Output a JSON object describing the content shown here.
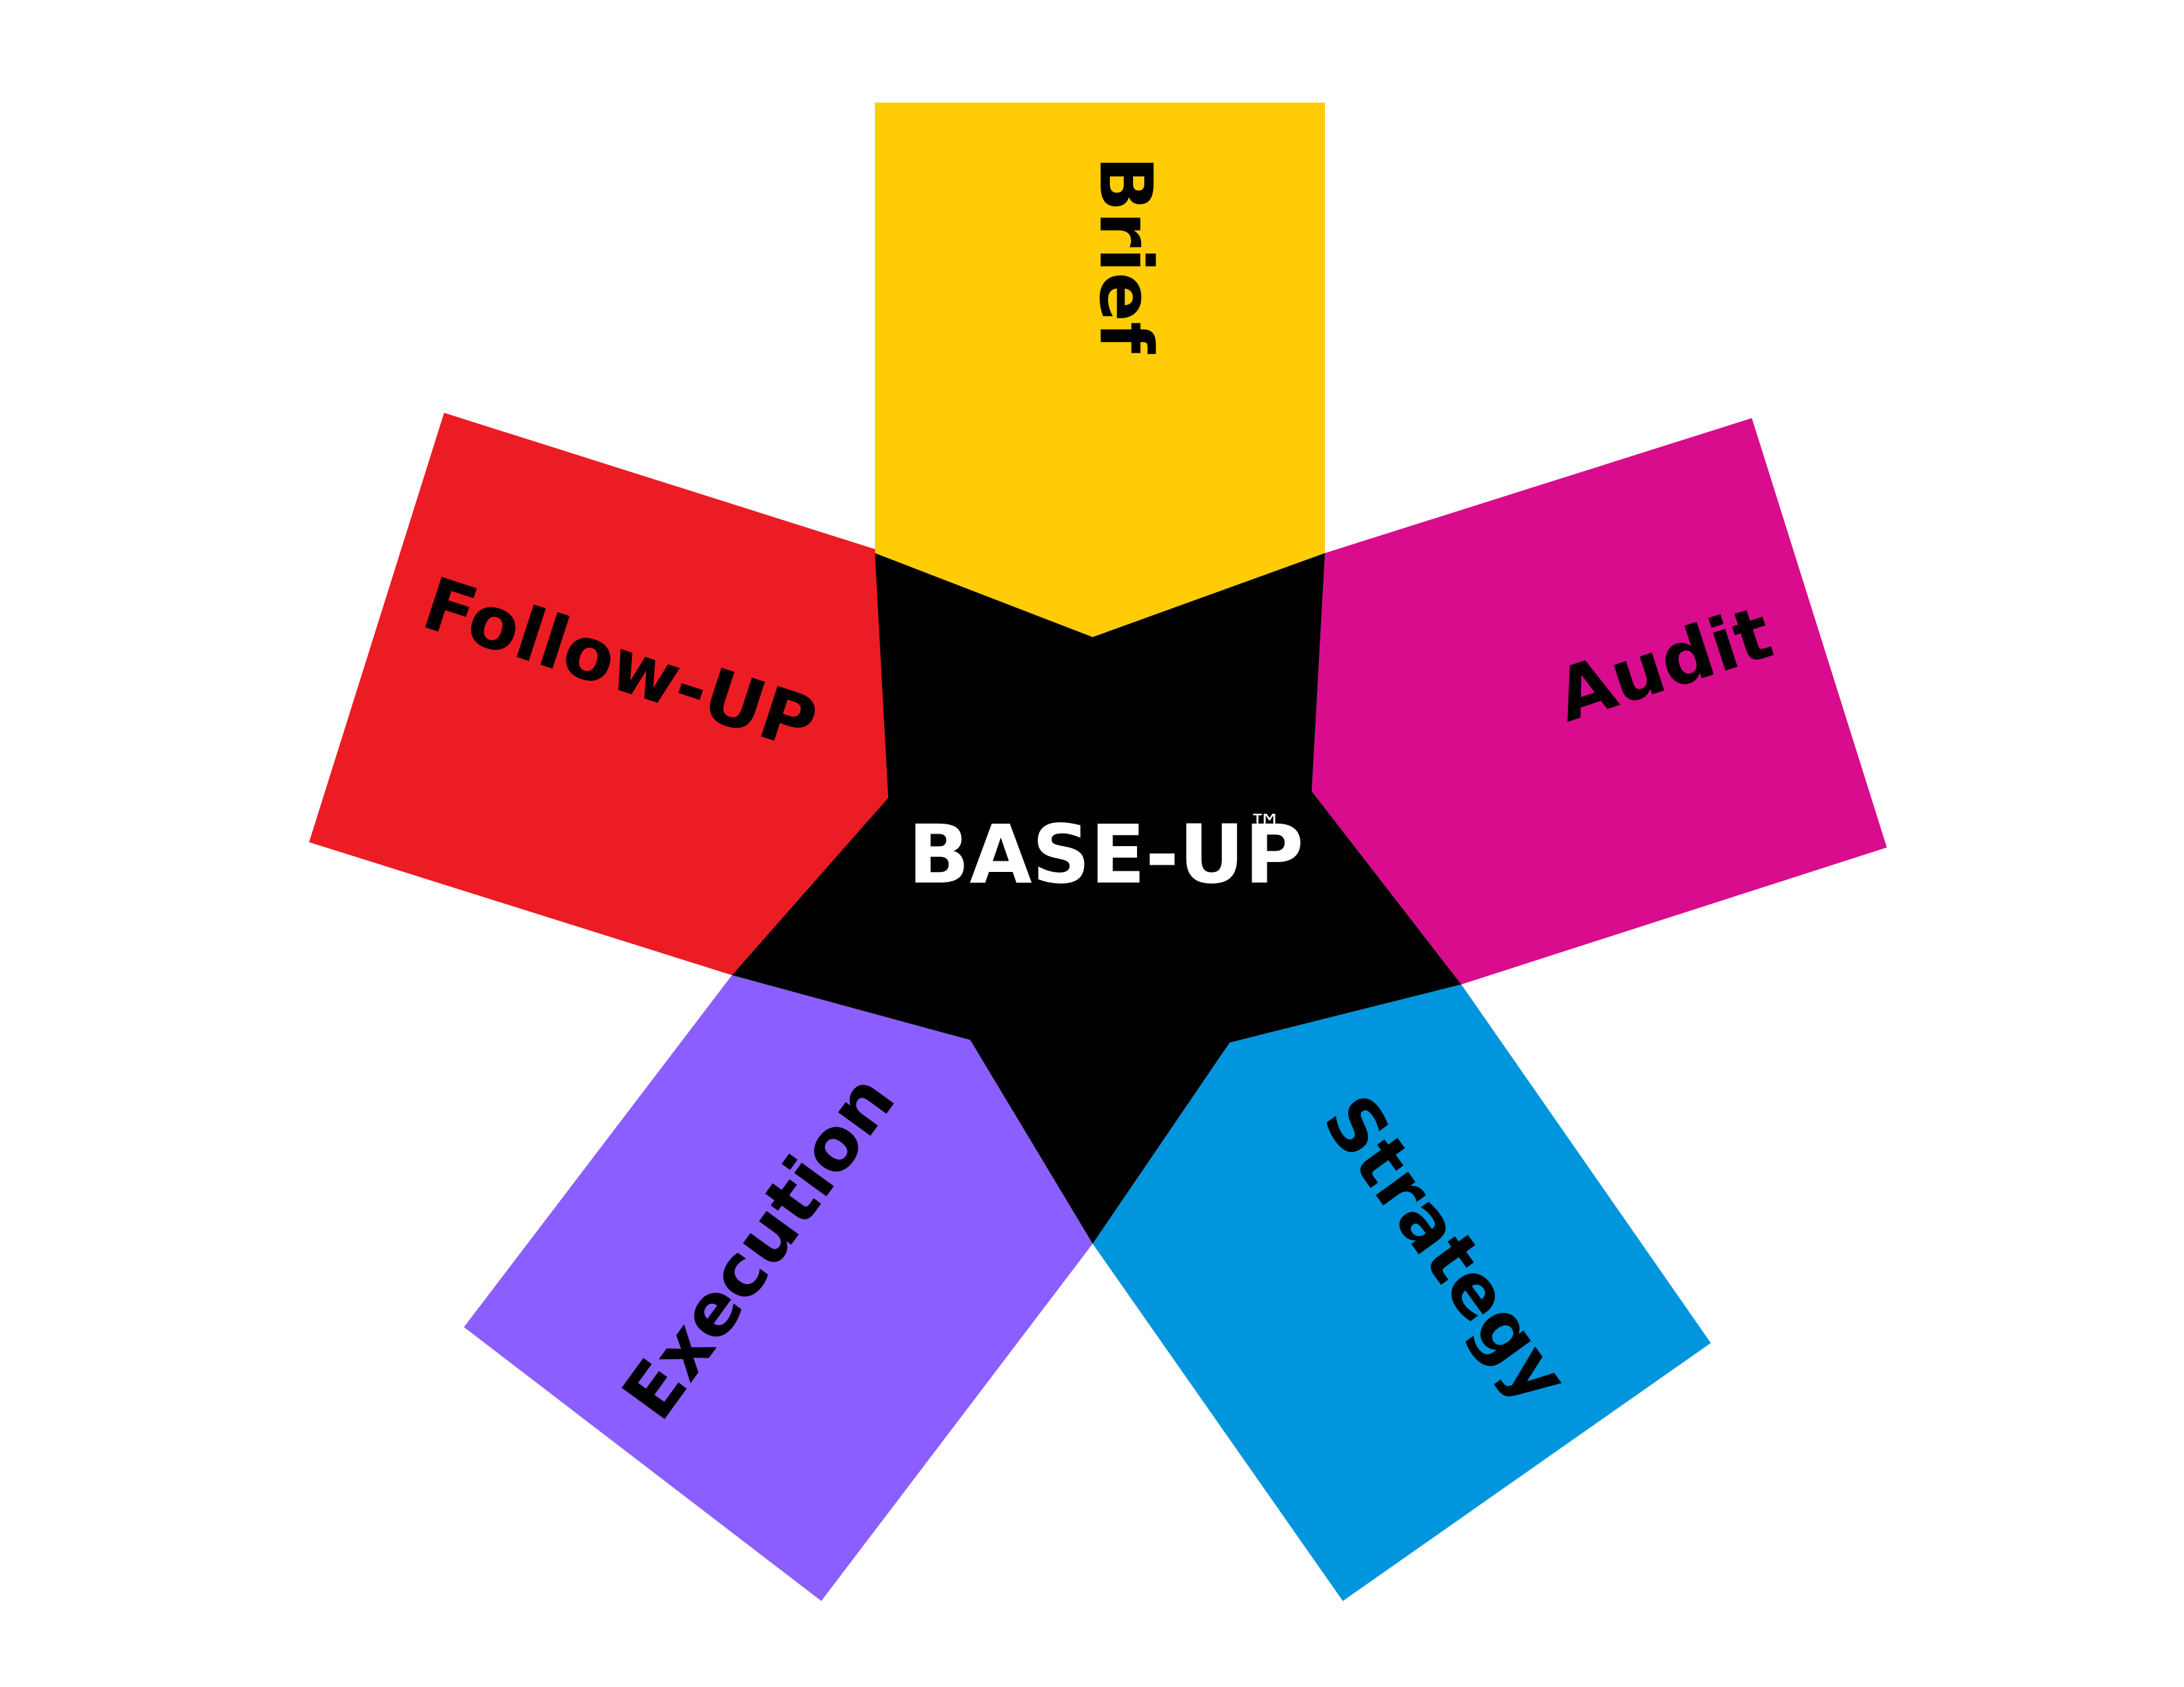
{
  "diagram": {
    "center": {
      "title": "BASE-UP",
      "trademark": "™",
      "color": "#000000",
      "text_color": "#ffffff"
    },
    "segments": [
      {
        "id": "brief",
        "label": "Brief",
        "color": "#FFCC05"
      },
      {
        "id": "audit",
        "label": "Audit",
        "color": "#D80C8C"
      },
      {
        "id": "strategy",
        "label": "Strategy",
        "color": "#0095DC"
      },
      {
        "id": "execution",
        "label": "Execution",
        "color": "#8B5FFF"
      },
      {
        "id": "follow-up",
        "label": "Follow-UP",
        "color": "#EC1C24"
      }
    ],
    "label_color": "#000000",
    "background": "#ffffff"
  }
}
